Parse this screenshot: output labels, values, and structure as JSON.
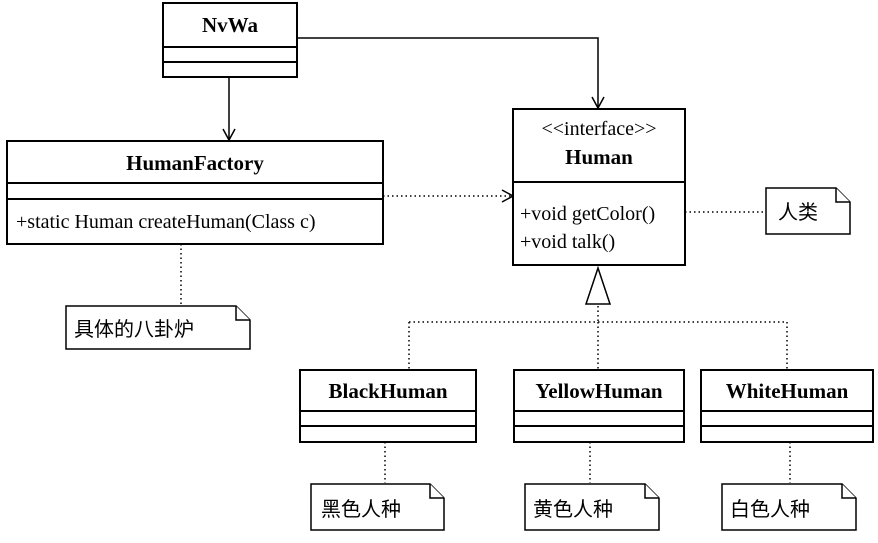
{
  "classes": {
    "nvwa": {
      "name": "NvWa"
    },
    "human_factory": {
      "name": "HumanFactory",
      "method": "+static Human createHuman(Class c)"
    },
    "human": {
      "stereotype": "<<interface>>",
      "name": "Human",
      "methods": [
        "+void getColor()",
        "+void talk()"
      ]
    },
    "black_human": {
      "name": "BlackHuman"
    },
    "yellow_human": {
      "name": "YellowHuman"
    },
    "white_human": {
      "name": "WhiteHuman"
    }
  },
  "notes": {
    "human": "人类",
    "factory": "具体的八卦炉",
    "black": "黑色人种",
    "yellow": "黄色人种",
    "white": "白色人种"
  }
}
